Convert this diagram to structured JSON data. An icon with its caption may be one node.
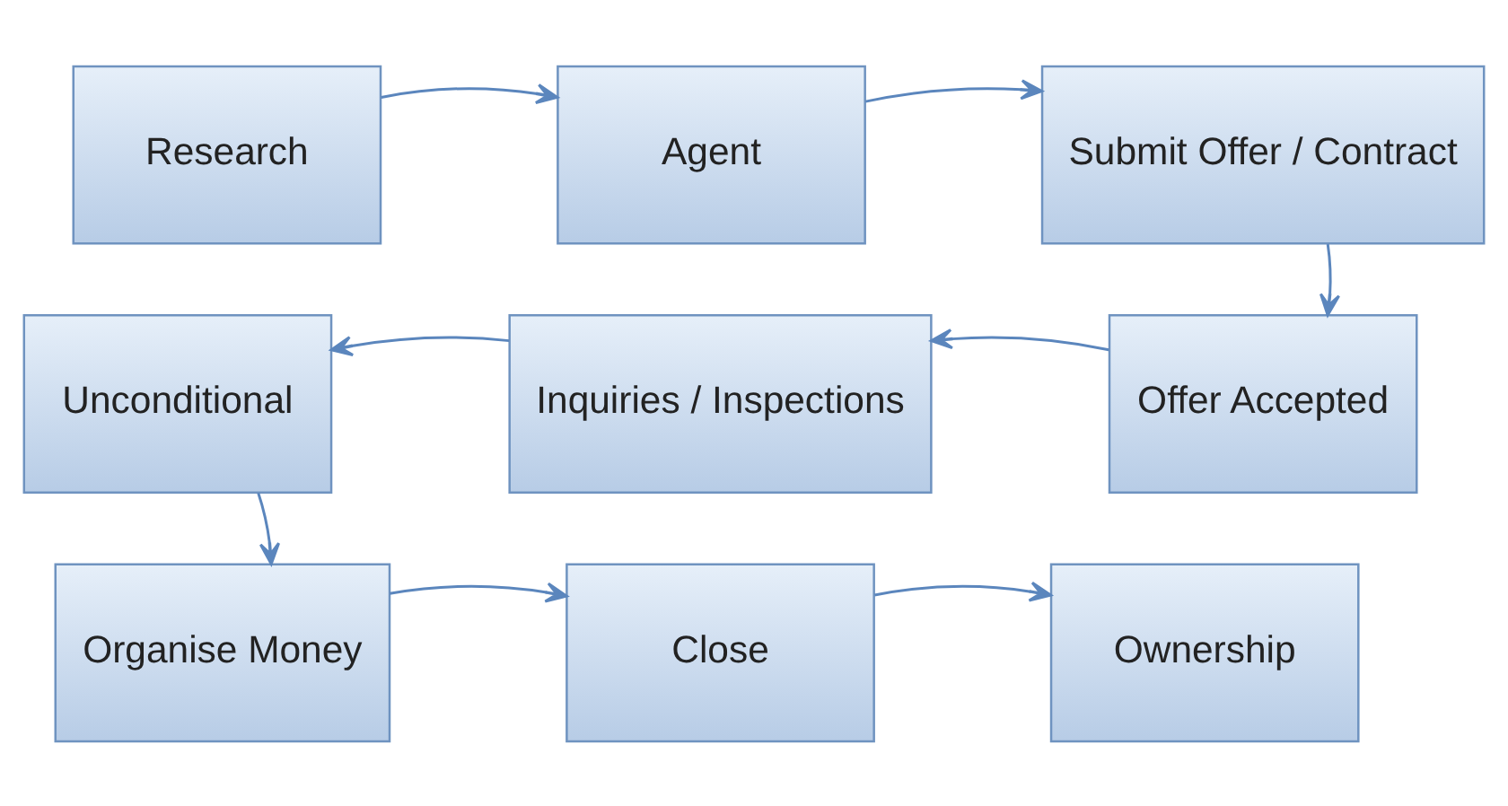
{
  "diagram": {
    "nodes": [
      {
        "text": [
          "Research"
        ]
      },
      {
        "text": [
          "Agent"
        ]
      },
      {
        "text": [
          "Submit Offer / Contract"
        ]
      },
      {
        "text": [
          "Offer Accepted"
        ]
      },
      {
        "text": [
          "Inquiries / Inspections"
        ]
      },
      {
        "text": [
          "Unconditional"
        ]
      },
      {
        "text": [
          "Organise Money"
        ]
      },
      {
        "text": [
          "Close"
        ]
      },
      {
        "text": [
          "Ownership"
        ]
      }
    ],
    "edges": [
      {
        "from": 0,
        "to": 1,
        "arrow": "to"
      },
      {
        "from": 1,
        "to": 2,
        "arrow": "to"
      },
      {
        "from": 2,
        "to": 3,
        "arrow": "to"
      },
      {
        "from": 3,
        "to": 4,
        "arrow": "to"
      },
      {
        "from": 4,
        "to": 5,
        "arrow": "to"
      },
      {
        "from": 5,
        "to": 6,
        "arrow": "to"
      },
      {
        "from": 6,
        "to": 7,
        "arrow": "to"
      },
      {
        "from": 7,
        "to": 8,
        "arrow": "to"
      }
    ]
  }
}
